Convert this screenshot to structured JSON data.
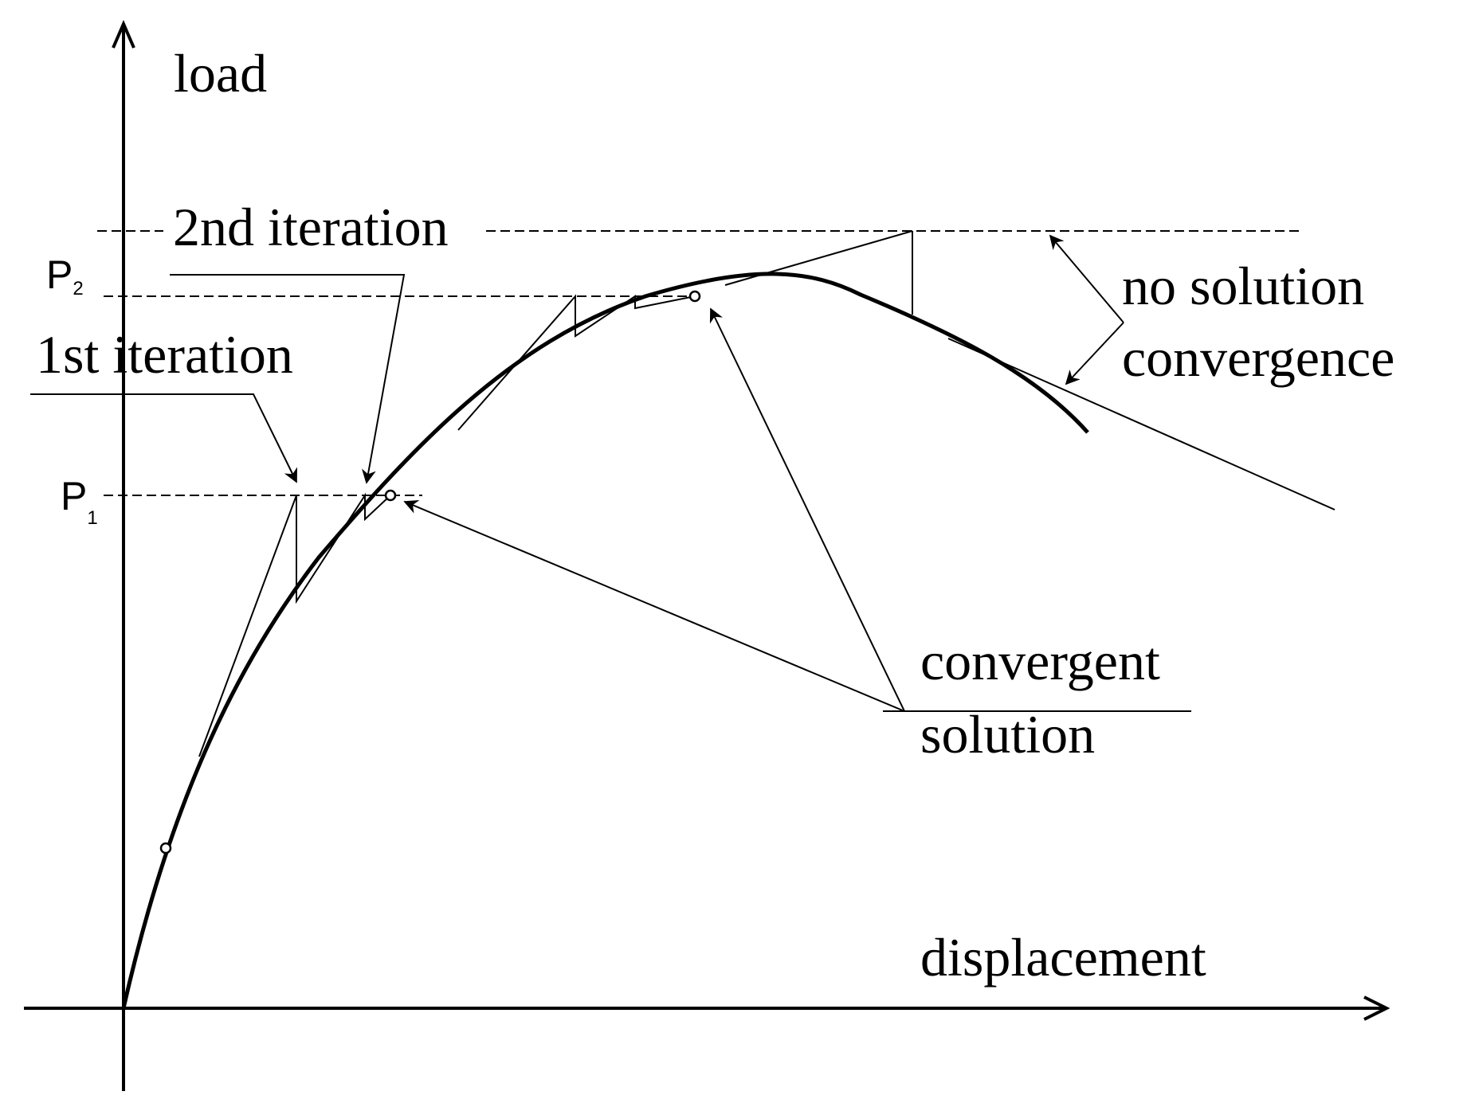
{
  "axes": {
    "y_label": "load",
    "x_label": "displacement"
  },
  "load_levels": [
    {
      "label": "P",
      "subscript": "1"
    },
    {
      "label": "P",
      "subscript": "2"
    }
  ],
  "annotations": {
    "first_iteration": "1st iteration",
    "second_iteration": "2nd iteration",
    "no_solution_line1": "no solution",
    "no_solution_line2": "convergence",
    "convergent_line1": "convergent",
    "convergent_line2": "solution"
  },
  "colors": {
    "ink": "#000000",
    "background": "#ffffff"
  }
}
